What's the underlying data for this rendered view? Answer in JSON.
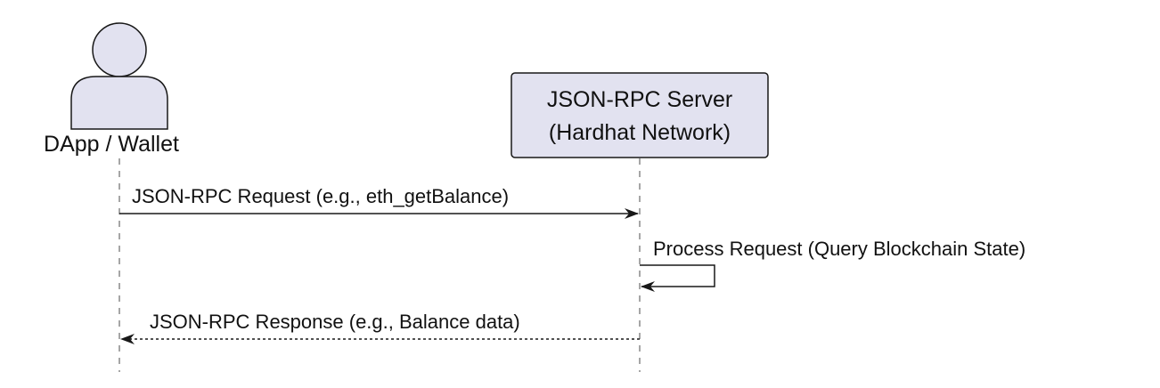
{
  "participants": {
    "actor": {
      "name": "DApp / Wallet",
      "icon": "user-icon"
    },
    "server": {
      "line1": "JSON-RPC Server",
      "line2": "(Hardhat Network)"
    }
  },
  "messages": {
    "request": {
      "label": "JSON-RPC Request (e.g., eth_getBalance)",
      "style": "solid"
    },
    "process": {
      "label": "Process Request (Query Blockchain State)",
      "style": "solid"
    },
    "response": {
      "label": "JSON-RPC Response (e.g., Balance data)",
      "style": "dashed"
    }
  },
  "colors": {
    "actor_fill": "#e2e2f0",
    "actor_stroke": "#181818",
    "box_fill": "#e2e2f0",
    "box_stroke": "#181818",
    "lifeline": "#888888",
    "arrow": "#181818"
  }
}
